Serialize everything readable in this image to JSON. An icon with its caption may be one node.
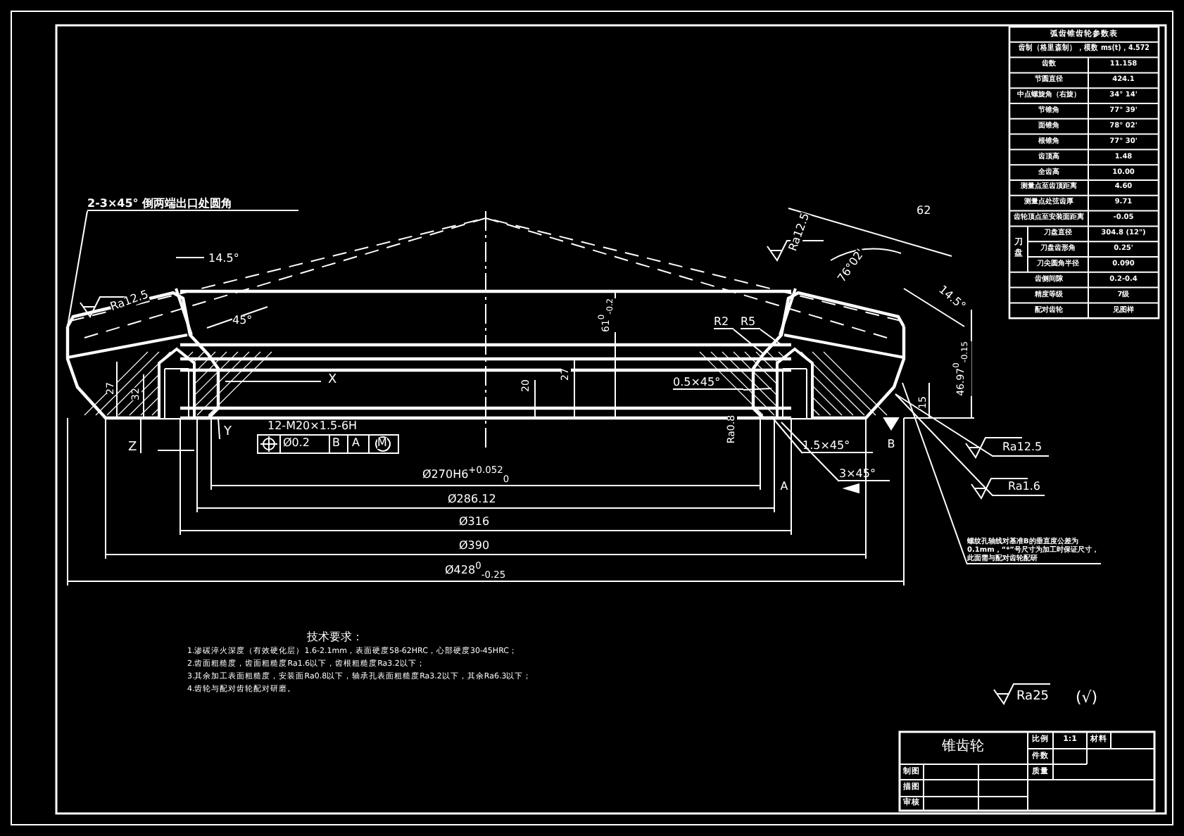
{
  "diagram": {
    "nodes": [
      {
        "text": [
          "2-3×45° 倒两端出口处圆角"
        ]
      },
      {
        "text": [
          "R2"
        ]
      },
      {
        "text": [
          "R5"
        ]
      },
      {
        "text": [
          "0.5×45°"
        ]
      },
      {
        "text": [
          "1.5×45°"
        ]
      },
      {
        "text": [
          "3×45°"
        ]
      },
      {
        "text": [
          "螺纹孔轴线对基准B的垂直度公差为0.1mm，“*”号尺寸为加工时保证尺寸，此面需与配对齿轮配研"
        ]
      }
    ],
    "edges": [
      {
        "from": 0,
        "to": null,
        "arrow": "none"
      },
      {
        "from": 1,
        "to": null,
        "arrow": "none"
      },
      {
        "from": 2,
        "to": null,
        "arrow": "none"
      },
      {
        "from": 3,
        "to": null,
        "arrow": "none"
      },
      {
        "from": 4,
        "to": null,
        "arrow": "none"
      },
      {
        "from": 5,
        "to": null,
        "arrow": "none"
      },
      {
        "from": 6,
        "to": null,
        "arrow": "none"
      }
    ],
    "labels": [
      "14.5°",
      "Ra12.5",
      "45°",
      "62",
      "Ra12.5",
      "76°02'",
      "14.5°",
      "61$^{0}$$_{-0.2}$",
      "27",
      "32",
      "X",
      "20",
      "27",
      "46.97$^{0}$$_{-0.15}$",
      "15",
      "12-M20×1.5-6H",
      "Ø0.2",
      "B",
      "A",
      "M",
      "Z",
      "Y",
      "Ra0.8",
      "B",
      "Ø270H6$^{+0.052}$$_{0}$",
      "A",
      "Ø286.12",
      "Ø316",
      "Ø390",
      "Ø428$^{0}$$_{-0.25}$",
      "Ra12.5",
      "Ra1.6",
      "技术要求：",
      "1.渗碳淬火深度（有效硬化层）1.6-2.1mm，表面硬度58-62HRC，心部硬度30-45HRC；",
      "2.齿面粗糙度，齿面粗糙度Ra1.6以下，齿根粗糙度Ra3.2以下；",
      "3.其余加工表面粗糙度，安装面Ra0.8以下，轴承孔表面粗糙度Ra3.2以下，其余Ra6.3以下；",
      "4.齿轮与配对齿轮配对研磨。",
      "Ra25",
      "(√)",
      "弧齿锥齿轮参数表",
      "齿制（格里森制），模数 ms(t)，4.572",
      "齿数",
      "11.158",
      "节圆直径",
      "424.1",
      "中点螺旋角（右旋）",
      "34° 14'",
      "节锥角",
      "77° 39'",
      "面锥角",
      "78° 02'",
      "根锥角",
      "77° 30'",
      "齿顶高",
      "1.48",
      "全齿高",
      "10.00",
      "测量点至齿顶距离",
      "4.60",
      "测量点处弦齿厚",
      "9.71",
      "齿轮顶点至安装面距离",
      "-0.05",
      "刀盘",
      "刀盘直径",
      "304.8 (12\")",
      "刀盘齿形角",
      "0.25'",
      "刀尖圆角半径",
      "0.090",
      "齿侧间隙",
      "0.2-0.4",
      "精度等级",
      "7级",
      "配对齿轮",
      "见图样",
      "锥齿轮",
      "比例",
      "1:1",
      "材料",
      "件数",
      "制图",
      "质量",
      "描图",
      "审核"
    ]
  }
}
